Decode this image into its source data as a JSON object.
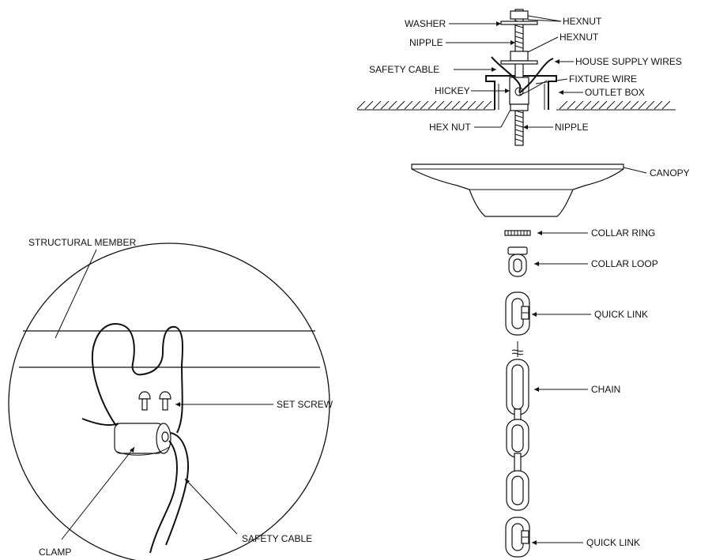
{
  "top_assembly": {
    "labels": {
      "washer": "WASHER",
      "hexnut_top": "HEXNUT",
      "nipple_top": "NIPPLE",
      "hexnut_mid": "HEXNUT",
      "safety_cable": "SAFETY CABLE",
      "house_supply_wires": "HOUSE SUPPLY WIRES",
      "fixture_wire": "FIXTURE WIRE",
      "hickey": "HICKEY",
      "outlet_box": "OUTLET BOX",
      "hex_nut": "HEX NUT",
      "nipple_bottom": "NIPPLE"
    }
  },
  "hanging_parts": {
    "labels": {
      "canopy": "CANOPY",
      "collar_ring": "COLLAR RING",
      "collar_loop": "COLLAR  LOOP",
      "quick_link_top": "QUICK  LINK",
      "chain": "CHAIN",
      "quick_link_bottom": "QUICK  LINK"
    }
  },
  "detail": {
    "labels": {
      "structural_member": "STRUCTURAL MEMBER",
      "set_screw": "SET SCREW",
      "clamp": "CLAMP",
      "safety_cable": "SAFETY CABLE"
    }
  }
}
